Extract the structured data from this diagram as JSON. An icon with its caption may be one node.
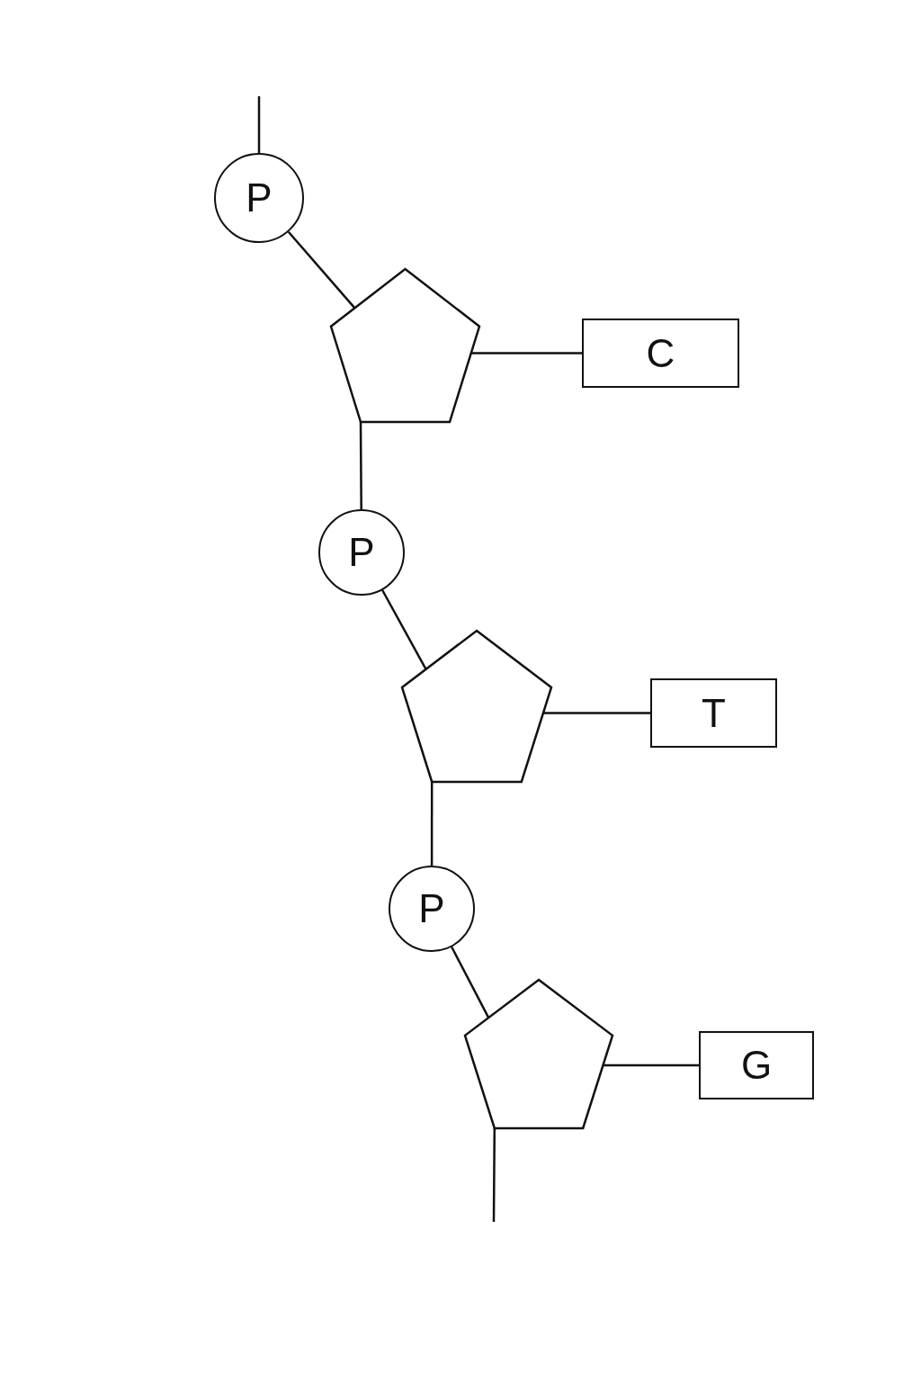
{
  "diagram": {
    "nodes": [
      {
        "text": [
          "P"
        ]
      },
      {
        "text": [],
        "shape": "pentagon"
      },
      {
        "text": [
          "C"
        ]
      },
      {
        "text": [
          "P"
        ]
      },
      {
        "text": [],
        "shape": "pentagon"
      },
      {
        "text": [
          "T"
        ]
      },
      {
        "text": [
          "P"
        ]
      },
      {
        "text": [],
        "shape": "pentagon"
      },
      {
        "text": [
          "G"
        ]
      }
    ],
    "edges": [
      {
        "from": null,
        "to": 0,
        "arrow": "none"
      },
      {
        "from": 0,
        "to": 1,
        "arrow": "none"
      },
      {
        "from": 1,
        "to": 2,
        "arrow": "none"
      },
      {
        "from": 1,
        "to": 3,
        "arrow": "none"
      },
      {
        "from": 3,
        "to": 4,
        "arrow": "none"
      },
      {
        "from": 4,
        "to": 5,
        "arrow": "none"
      },
      {
        "from": 4,
        "to": 6,
        "arrow": "none"
      },
      {
        "from": 6,
        "to": 7,
        "arrow": "none"
      },
      {
        "from": 7,
        "to": 8,
        "arrow": "none"
      },
      {
        "from": 7,
        "to": null,
        "arrow": "none"
      }
    ]
  }
}
